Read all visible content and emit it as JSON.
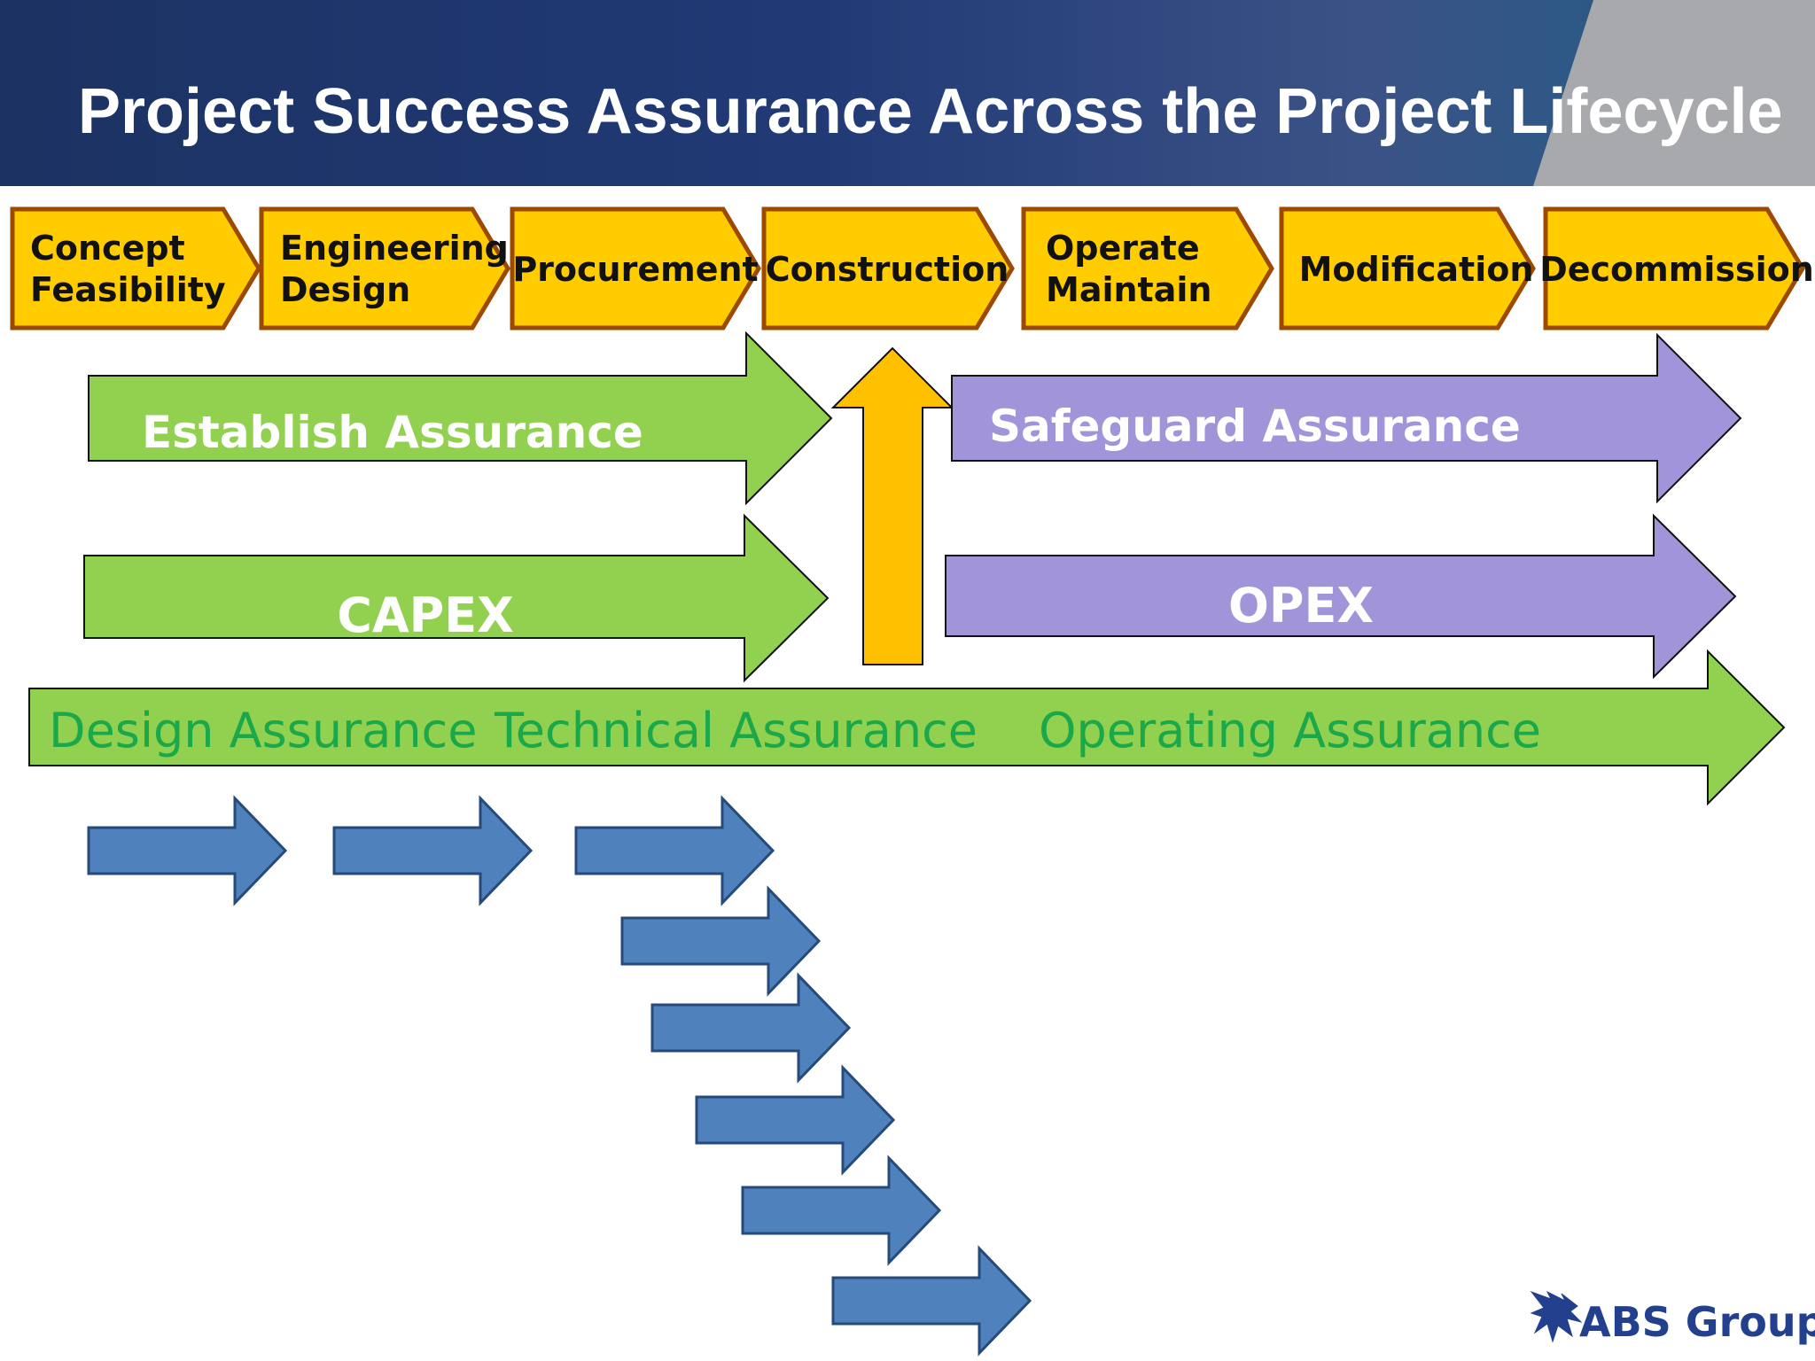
{
  "header": {
    "title": "Project Success Assurance Across the Project Lifecycle",
    "colors": {
      "dark": "#1d3464",
      "mid": "#243d78",
      "light": "#3f5a8a",
      "gray": "#a4a6aa"
    }
  },
  "phases": [
    {
      "lines": [
        "Concept",
        "Feasibility"
      ]
    },
    {
      "lines": [
        "Engineering",
        "Design"
      ]
    },
    {
      "lines": [
        "Procurement"
      ]
    },
    {
      "lines": [
        "Construction"
      ]
    },
    {
      "lines": [
        "Operate",
        "Maintain"
      ]
    },
    {
      "lines": [
        "Modification"
      ]
    },
    {
      "lines": [
        "Decommission"
      ]
    }
  ],
  "bands": {
    "establish": "Establish Assurance",
    "safeguard": "Safeguard Assurance",
    "capex": "CAPEX",
    "opex": "OPEX"
  },
  "assurance_bar": {
    "design": "Design Assurance",
    "technical": "Technical Assurance",
    "operating": "Operating Assurance"
  },
  "colors": {
    "phase_fill": "#ffcc00",
    "phase_border": "#9c4a00",
    "green": "#92d050",
    "purple": "#a294d8",
    "up_arrow": "#ffc000",
    "blue": "#4f81bd",
    "assurance_text": "#1aa84a"
  },
  "logo": {
    "text": "ABS Group",
    "icon": "eagle-icon"
  }
}
